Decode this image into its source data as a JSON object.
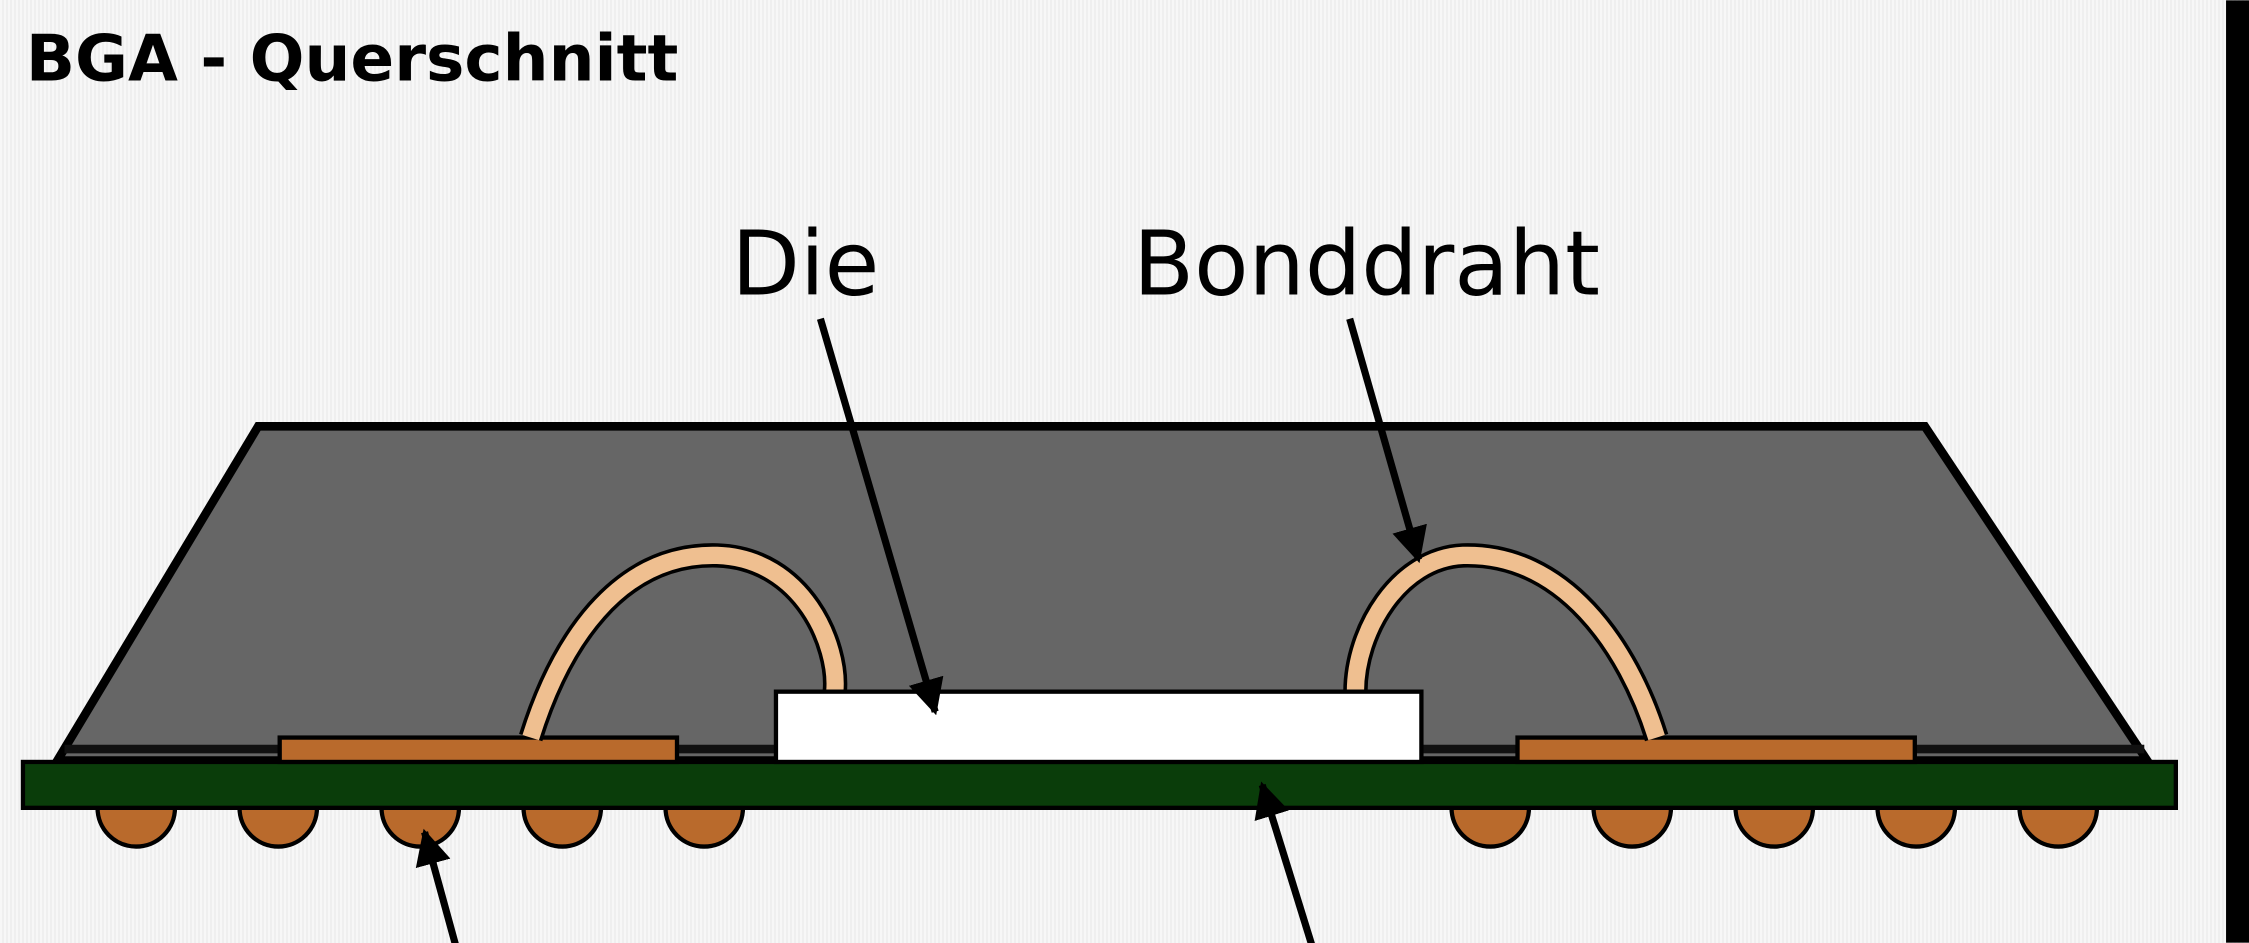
{
  "title": "BGA  - Querschnitt",
  "labels": {
    "die": "Die",
    "bond_wire": "Bonddraht"
  },
  "colors": {
    "mold": "#666666",
    "substrate": "#0a3d0a",
    "copper": "#b96a2c",
    "wire": "#efbf90",
    "die": "#ffffff"
  }
}
